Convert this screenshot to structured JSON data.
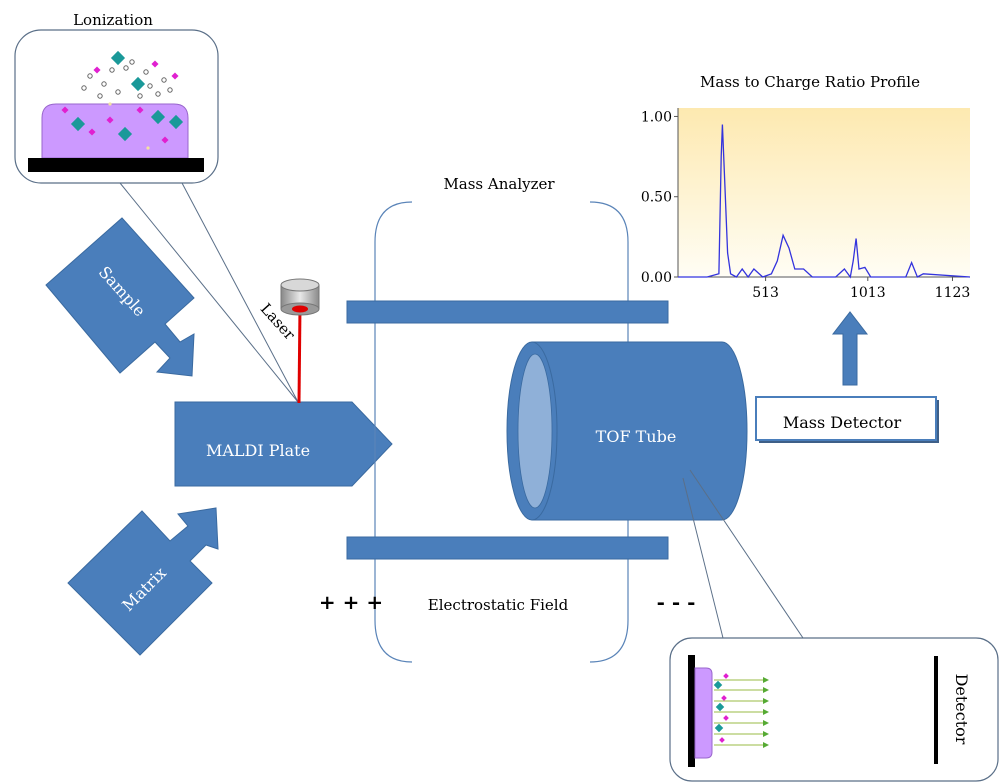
{
  "labels": {
    "ionization": "Lonization",
    "sample": "Sample",
    "matrix": "Matrix",
    "laser": "Laser",
    "maldi_plate": "MALDI Plate",
    "mass_analyzer": "Mass Analyzer",
    "tof_tube": "TOF Tube",
    "mass_detector": "Mass Detector",
    "electrostatic_field": "Electrostatic Field",
    "plus_charges": "+ + +",
    "minus_charges": "- - -",
    "detector": "Detector"
  },
  "colors": {
    "shape_blue": "#4a7ebb",
    "shape_stroke": "#3a6aa0",
    "tube_face": "#8fb0d8",
    "laser_red": "#e00000",
    "sample_purple": "#cc99ff",
    "ion_teal": "#1a9999",
    "ion_magenta": "#e020d0",
    "chart_line": "#3333dd",
    "chart_bg_top": "#fde9b0",
    "chart_bg_bottom": "#fffdf4"
  },
  "chart_data": {
    "type": "line",
    "title": "Mass to Charge Ratio Profile",
    "xlabel": "",
    "ylabel": "",
    "x_ticks": [
      "513",
      "1013",
      "1123"
    ],
    "y_ticks": [
      "0.00",
      "0.50",
      "1.00"
    ],
    "ylim": [
      0,
      1
    ],
    "grid": false,
    "series": [
      {
        "x": [
          0.0,
          0.1,
          0.14,
          0.148,
          0.152,
          0.16,
          0.17,
          0.18,
          0.2,
          0.22,
          0.24,
          0.26,
          0.29,
          0.32,
          0.34,
          0.36,
          0.38,
          0.4,
          0.43,
          0.46,
          0.5,
          0.54,
          0.57,
          0.59,
          0.6,
          0.61,
          0.62,
          0.64,
          0.66,
          0.69,
          0.72,
          0.75,
          0.78,
          0.8,
          0.82,
          0.84,
          1.0
        ],
        "values": [
          0.0,
          0.0,
          0.02,
          0.75,
          0.95,
          0.6,
          0.15,
          0.02,
          0.0,
          0.05,
          0.0,
          0.05,
          0.0,
          0.02,
          0.1,
          0.26,
          0.18,
          0.05,
          0.05,
          0.0,
          0.0,
          0.0,
          0.05,
          0.0,
          0.1,
          0.24,
          0.05,
          0.06,
          0.0,
          0.0,
          0.0,
          0.0,
          0.0,
          0.09,
          0.0,
          0.02,
          0.0
        ]
      }
    ]
  }
}
